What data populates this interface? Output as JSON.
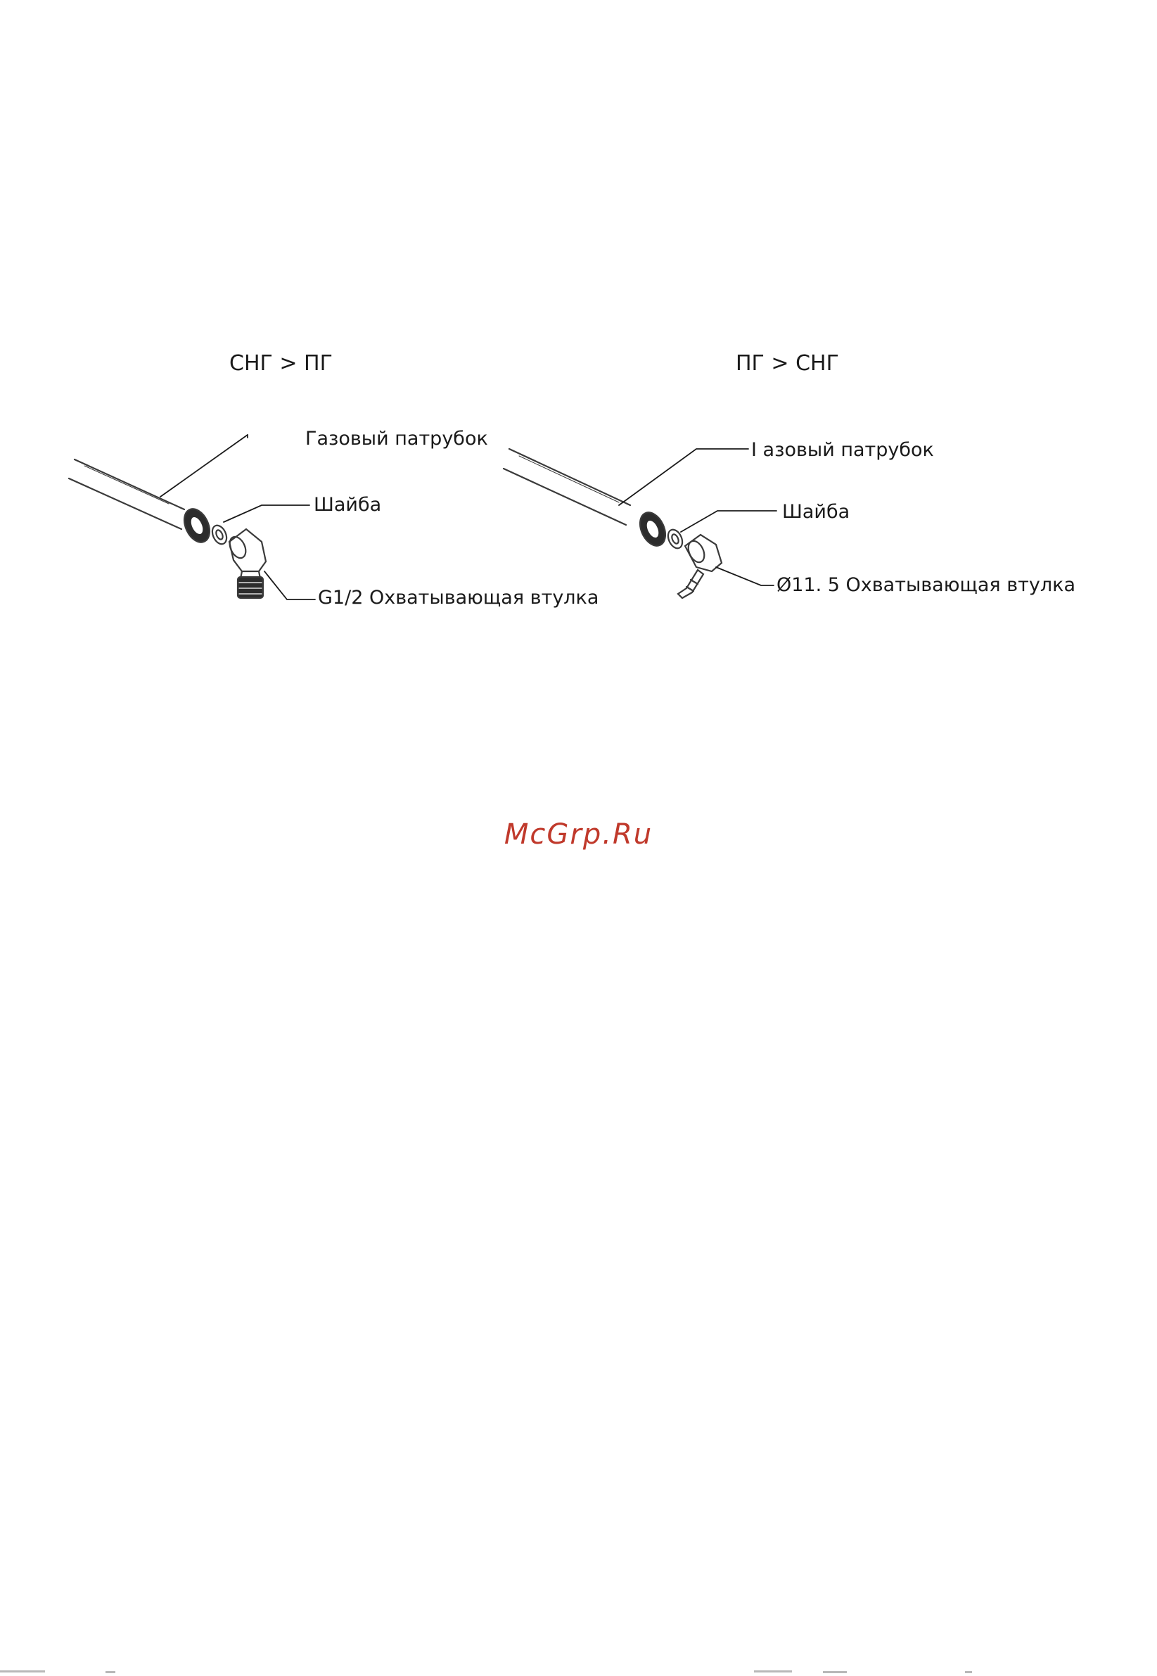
{
  "left_diagram": {
    "heading": "СНГ > ПГ",
    "label_gas_pipe": "Газовый патрубок",
    "label_washer": "Шайба",
    "label_sleeve": "G1/2 Охватывающая втулка"
  },
  "right_diagram": {
    "heading": "ПГ > СНГ",
    "label_gas_pipe": "I азовый патрубок",
    "label_washer": "Шайба",
    "label_sleeve": "Ø11. 5 Охватывающая втулка"
  },
  "watermark": {
    "text": "McGrp.Ru",
    "color": "#c0392b"
  },
  "colors": {
    "ink": "#1a1a1a",
    "outline": "#3a3a3a"
  }
}
